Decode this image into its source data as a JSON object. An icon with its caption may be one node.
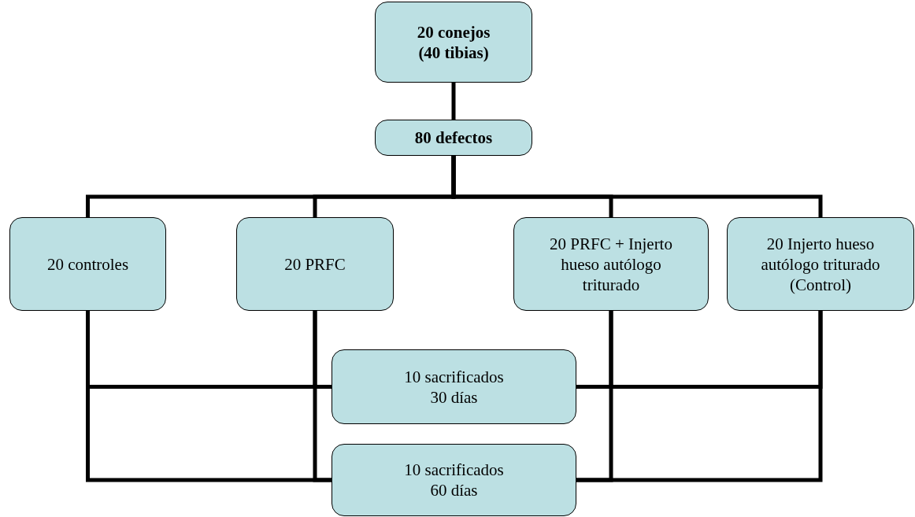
{
  "diagram": {
    "nodes": [
      {
        "text": [
          "20 conejos (40 tibias)"
        ]
      },
      {
        "text": [
          "80 defectos"
        ]
      },
      {
        "text": [
          "20 controles"
        ]
      },
      {
        "text": [
          "20 PRFC"
        ]
      },
      {
        "text": [
          "20 PRFC + Injerto hueso autólogo triturado"
        ]
      },
      {
        "text": [
          "20 Injerto hueso autólogo triturado (Control)"
        ]
      },
      {
        "text": [
          "10 sacrificados 30 días"
        ]
      },
      {
        "text": [
          "10 sacrificados 60 días"
        ]
      }
    ],
    "edges": [
      {
        "from": 0,
        "to": 1,
        "arrow": "none"
      },
      {
        "from": 1,
        "to": 2,
        "arrow": "none"
      },
      {
        "from": 1,
        "to": 3,
        "arrow": "none"
      },
      {
        "from": 1,
        "to": 4,
        "arrow": "none"
      },
      {
        "from": 1,
        "to": 5,
        "arrow": "none"
      },
      {
        "from": 2,
        "to": 6,
        "arrow": "none"
      },
      {
        "from": 3,
        "to": 6,
        "arrow": "none"
      },
      {
        "from": 4,
        "to": 6,
        "arrow": "none"
      },
      {
        "from": 5,
        "to": 6,
        "arrow": "none"
      },
      {
        "from": 2,
        "to": 7,
        "arrow": "none"
      },
      {
        "from": 3,
        "to": 7,
        "arrow": "none"
      },
      {
        "from": 4,
        "to": 7,
        "arrow": "none"
      },
      {
        "from": 5,
        "to": 7,
        "arrow": "none"
      }
    ]
  }
}
